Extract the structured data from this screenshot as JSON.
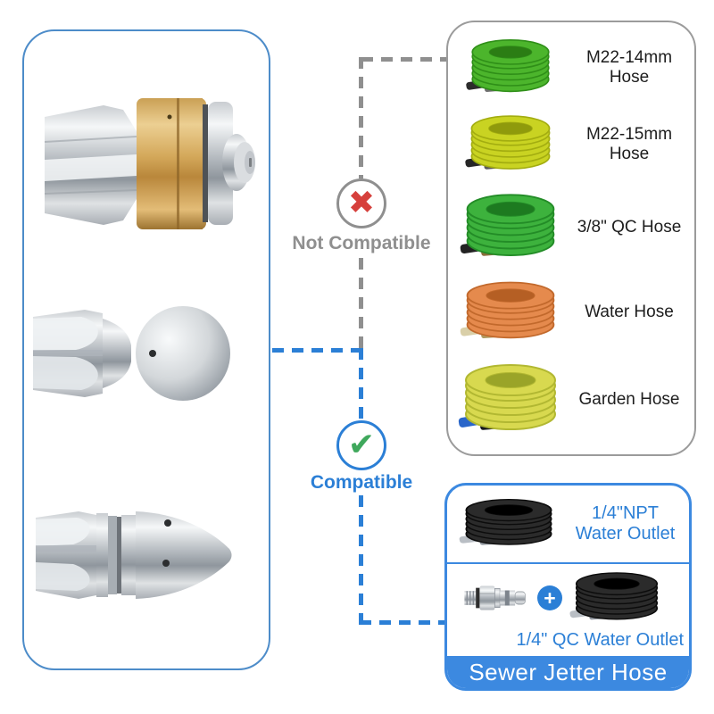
{
  "palette": {
    "accent_blue": "#2b7fd6",
    "banner_blue": "#3c89e0",
    "panel_border_blue": "#4d8cc9",
    "panel_border_gray": "#9b9b9b",
    "gray_text": "#8f8f8f",
    "dash_gray": "#8f8f8f",
    "red_x": "#d6403c",
    "green_check": "#3fa85c",
    "brass": "#d2a558"
  },
  "icons": {
    "not_compatible_x": "✖",
    "compatible_check": "✔",
    "plus": "+"
  },
  "connector": {
    "not_compatible_label": "Not Compatible",
    "compatible_label": "Compatible"
  },
  "nozzle_panel": {
    "items": [
      "button-nose-rotating-sewer-nozzle",
      "ball-nose-sewer-nozzle",
      "cone-nose-sewer-nozzle"
    ]
  },
  "incompatible": {
    "hoses": [
      {
        "label": "M22-14mm Hose",
        "colors": {
          "main": "#4cb52c",
          "dark": "#2f8f18",
          "shade": "#2b7d14",
          "fit1": "#2c2c2c",
          "fit2": "#6f6f6f"
        }
      },
      {
        "label": "M22-15mm Hose",
        "colors": {
          "main": "#c9d322",
          "dark": "#a3ad10",
          "shade": "#8f9a0c",
          "fit1": "#262626",
          "fit2": "#5a5a5a"
        }
      },
      {
        "label": "3/8\" QC Hose",
        "colors": {
          "main": "#3db23d",
          "dark": "#238c27",
          "shade": "#1d7a20",
          "fit1": "#222222",
          "fit2": "#8a6d3a"
        }
      },
      {
        "label": "Water Hose",
        "colors": {
          "main": "#e58a4d",
          "dark": "#c2692c",
          "shade": "#b55f24",
          "fit1": "#d9cfa8",
          "fit2": "#b09b62"
        }
      },
      {
        "label": "Garden Hose",
        "colors": {
          "main": "#d8d94f",
          "dark": "#b2b832",
          "shade": "#9aa428",
          "fit1": "#2a66c9",
          "fit2": "#15171c"
        }
      }
    ]
  },
  "compatible": {
    "npt_label_line1": "1/4\"NPT",
    "npt_label_line2": "Water Outlet",
    "qc_label": "1/4\" QC Water Outlet",
    "banner": "Sewer Jetter Hose",
    "black_hose_colors": {
      "main": "#2b2b2b",
      "dark": "#0c0c0c",
      "shade": "#000000",
      "fit1": "#b9bec4",
      "fit2": "#8d939a"
    }
  }
}
